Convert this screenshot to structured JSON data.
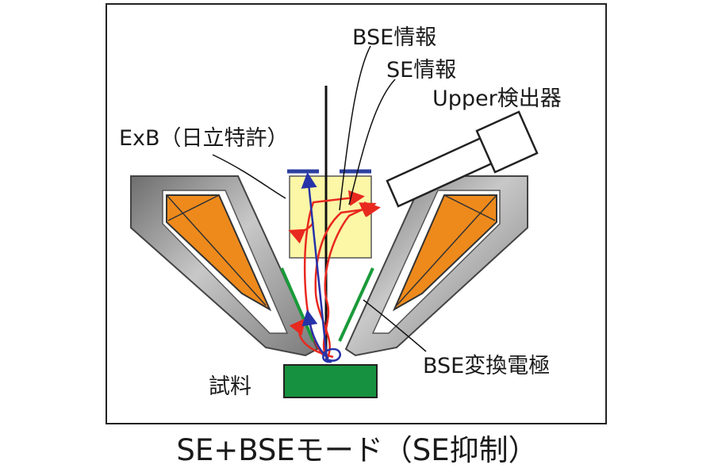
{
  "labels": {
    "bse_info": "BSE情報",
    "se_info": "SE情報",
    "upper_detector": "Upper検出器",
    "exb": "ExB（日立特許）",
    "bse_conversion_electrode": "BSE変換電極",
    "sample": "試料"
  },
  "caption": "SE+BSEモード（SE抑制）",
  "colors": {
    "frame": "#222222",
    "pole_gray": "#8c8c8c",
    "coil_orange": "#ee8a1c",
    "exb_yellow": "#fbf7a6",
    "electrode_blue": "#2b3fa0",
    "electrode_green": "#1a9a3a",
    "sample_green": "#16913f",
    "se_red": "#e8291f",
    "bse_blue": "#2632a8"
  }
}
